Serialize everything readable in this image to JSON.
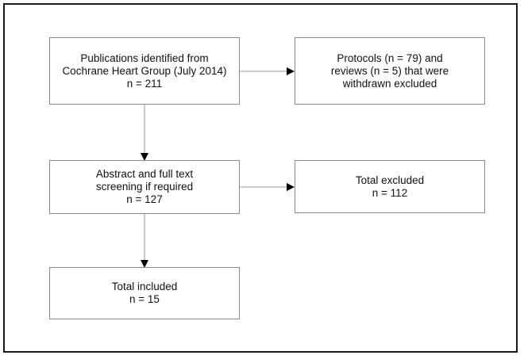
{
  "nodes": {
    "identified": {
      "lines": [
        "Publications identified from",
        "Cochrane Heart Group (July 2014)",
        "n = 211"
      ]
    },
    "withdrawn": {
      "lines": [
        "Protocols (n = 79) and",
        "reviews (n = 5) that were",
        "withdrawn excluded"
      ]
    },
    "screening": {
      "lines": [
        "Abstract and full text",
        "screening if required",
        "n = 127"
      ]
    },
    "excluded": {
      "lines": [
        "Total excluded",
        "n = 112"
      ]
    },
    "included": {
      "lines": [
        "Total included",
        "n = 15"
      ]
    }
  },
  "edges": [
    {
      "from": "identified",
      "to": "withdrawn"
    },
    {
      "from": "identified",
      "to": "screening"
    },
    {
      "from": "screening",
      "to": "excluded"
    },
    {
      "from": "screening",
      "to": "included"
    }
  ],
  "colors": {
    "box_border": "#8a8a8a",
    "frame_border": "#1a1a1a",
    "line": "#9a9a9a",
    "arrowhead": "#000000"
  }
}
